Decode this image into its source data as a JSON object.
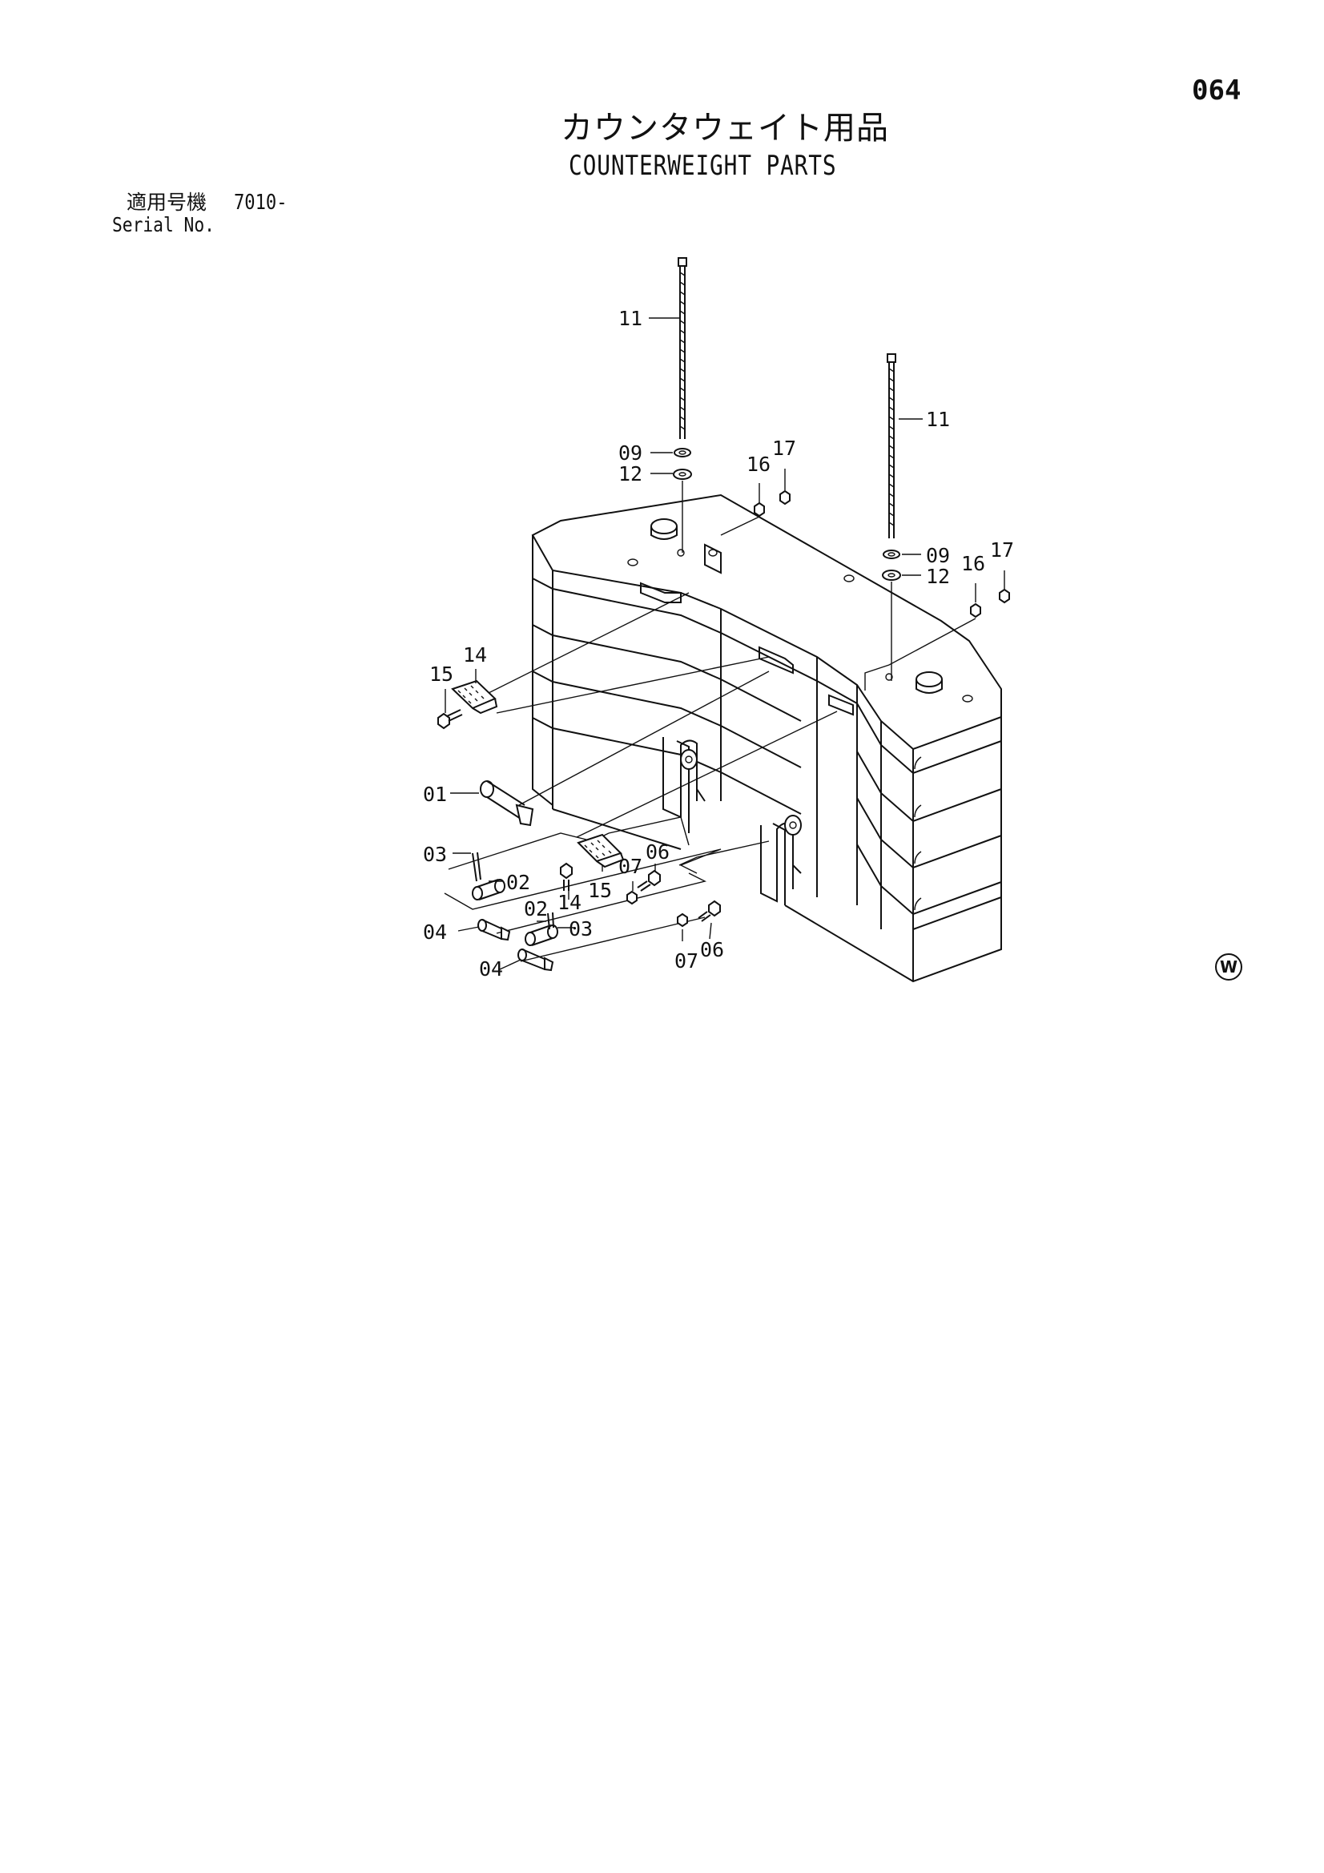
{
  "page_number": "064",
  "title_jp": "カウンタウェイト用品",
  "title_en": "COUNTERWEIGHT PARTS",
  "serial": {
    "label_jp": "適用号機",
    "value": "7010-",
    "label_en": "Serial No."
  },
  "callouts": [
    {
      "id": "c11a",
      "text": "11"
    },
    {
      "id": "c11b",
      "text": "11"
    },
    {
      "id": "c09a",
      "text": "09"
    },
    {
      "id": "c12a",
      "text": "12"
    },
    {
      "id": "c16a",
      "text": "16"
    },
    {
      "id": "c17a",
      "text": "17"
    },
    {
      "id": "c09b",
      "text": "09"
    },
    {
      "id": "c12b",
      "text": "12"
    },
    {
      "id": "c16b",
      "text": "16"
    },
    {
      "id": "c17b",
      "text": "17"
    },
    {
      "id": "c15a",
      "text": "15"
    },
    {
      "id": "c14a",
      "text": "14"
    },
    {
      "id": "c01",
      "text": "01"
    },
    {
      "id": "c03a",
      "text": "03"
    },
    {
      "id": "c02a",
      "text": "02"
    },
    {
      "id": "c04a",
      "text": "04"
    },
    {
      "id": "c14b",
      "text": "14"
    },
    {
      "id": "c15b",
      "text": "15"
    },
    {
      "id": "c07a",
      "text": "07"
    },
    {
      "id": "c06a",
      "text": "06"
    },
    {
      "id": "c02b",
      "text": "02"
    },
    {
      "id": "c03b",
      "text": "03"
    },
    {
      "id": "c04b",
      "text": "04"
    },
    {
      "id": "c07b",
      "text": "07"
    },
    {
      "id": "c06b",
      "text": "06"
    }
  ],
  "symbol": "W"
}
